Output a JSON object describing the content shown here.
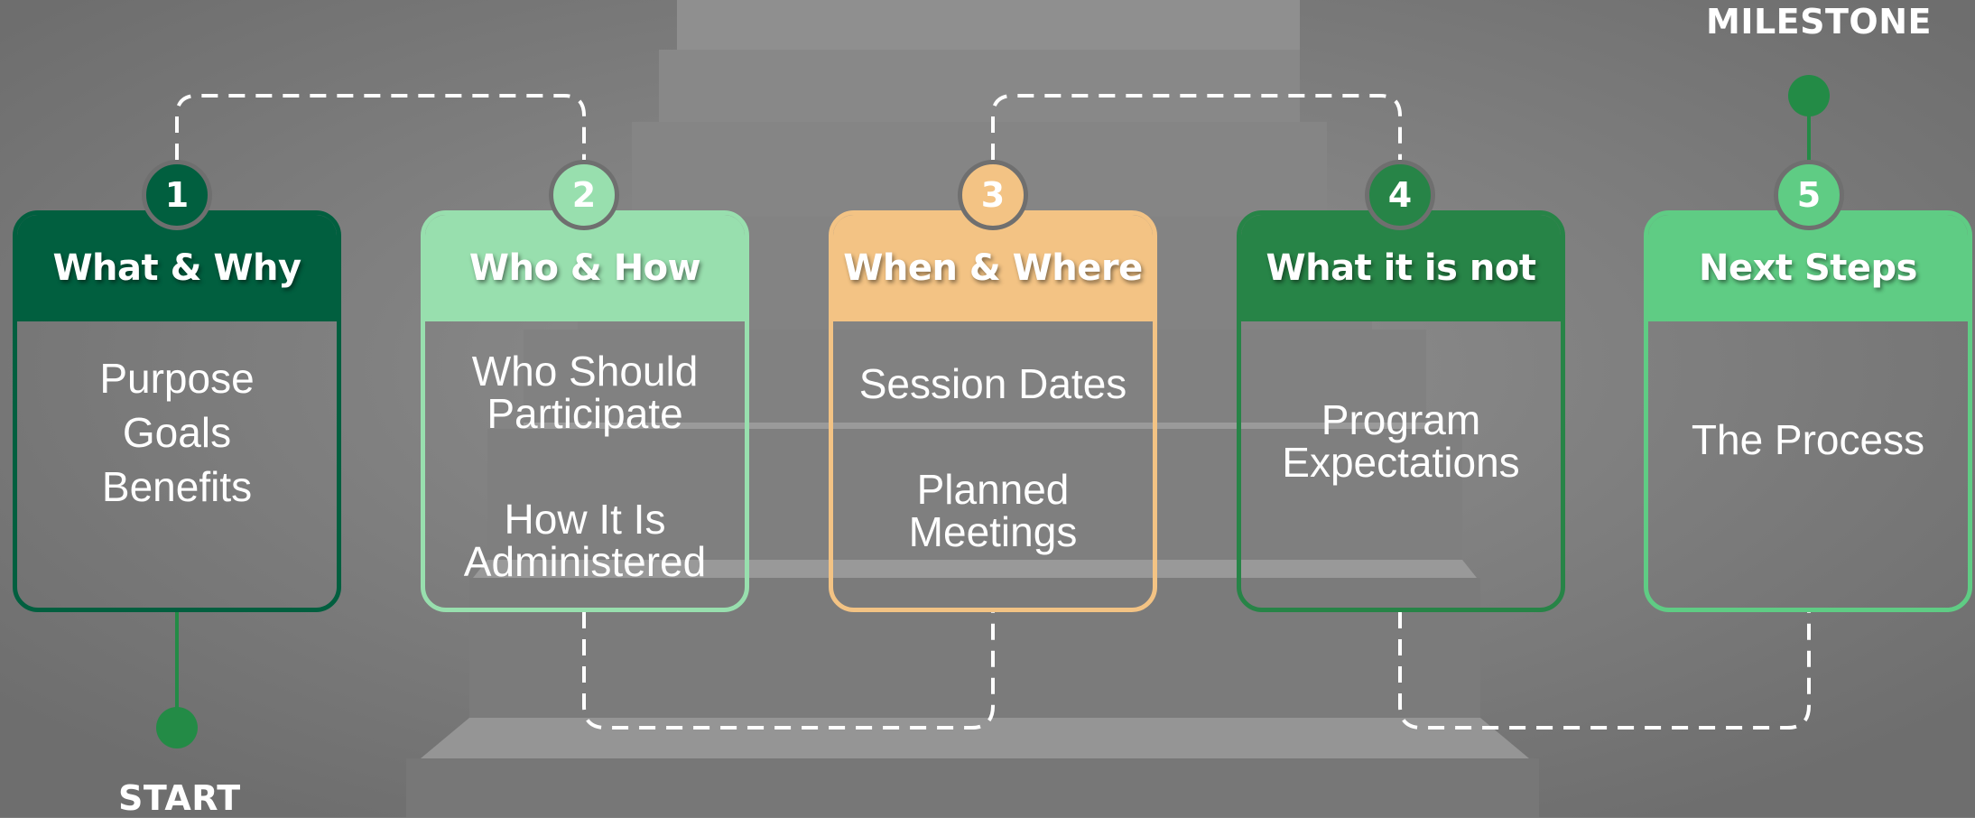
{
  "colors": {
    "dark_green": "#015f3f",
    "light_green": "#98dfae",
    "orange": "#f3c384",
    "mid_green": "#278447",
    "bright_green": "#5fcc84",
    "connector": "#ffffff",
    "dot": "#238b46"
  },
  "start_label": "START",
  "milestone_label": "MILESTONE",
  "steps": [
    {
      "number": "1",
      "title": "What & Why",
      "items": [
        "Purpose",
        "Goals",
        "Benefits"
      ]
    },
    {
      "number": "2",
      "title": "Who & How",
      "items": [
        "Who Should Participate",
        "How It Is Administered"
      ]
    },
    {
      "number": "3",
      "title": "When & Where",
      "items": [
        "Session Dates",
        "Planned Meetings"
      ]
    },
    {
      "number": "4",
      "title": "What it is not",
      "items": [
        "Program Expectations"
      ]
    },
    {
      "number": "5",
      "title": "Next Steps",
      "items": [
        "The Process"
      ]
    }
  ]
}
